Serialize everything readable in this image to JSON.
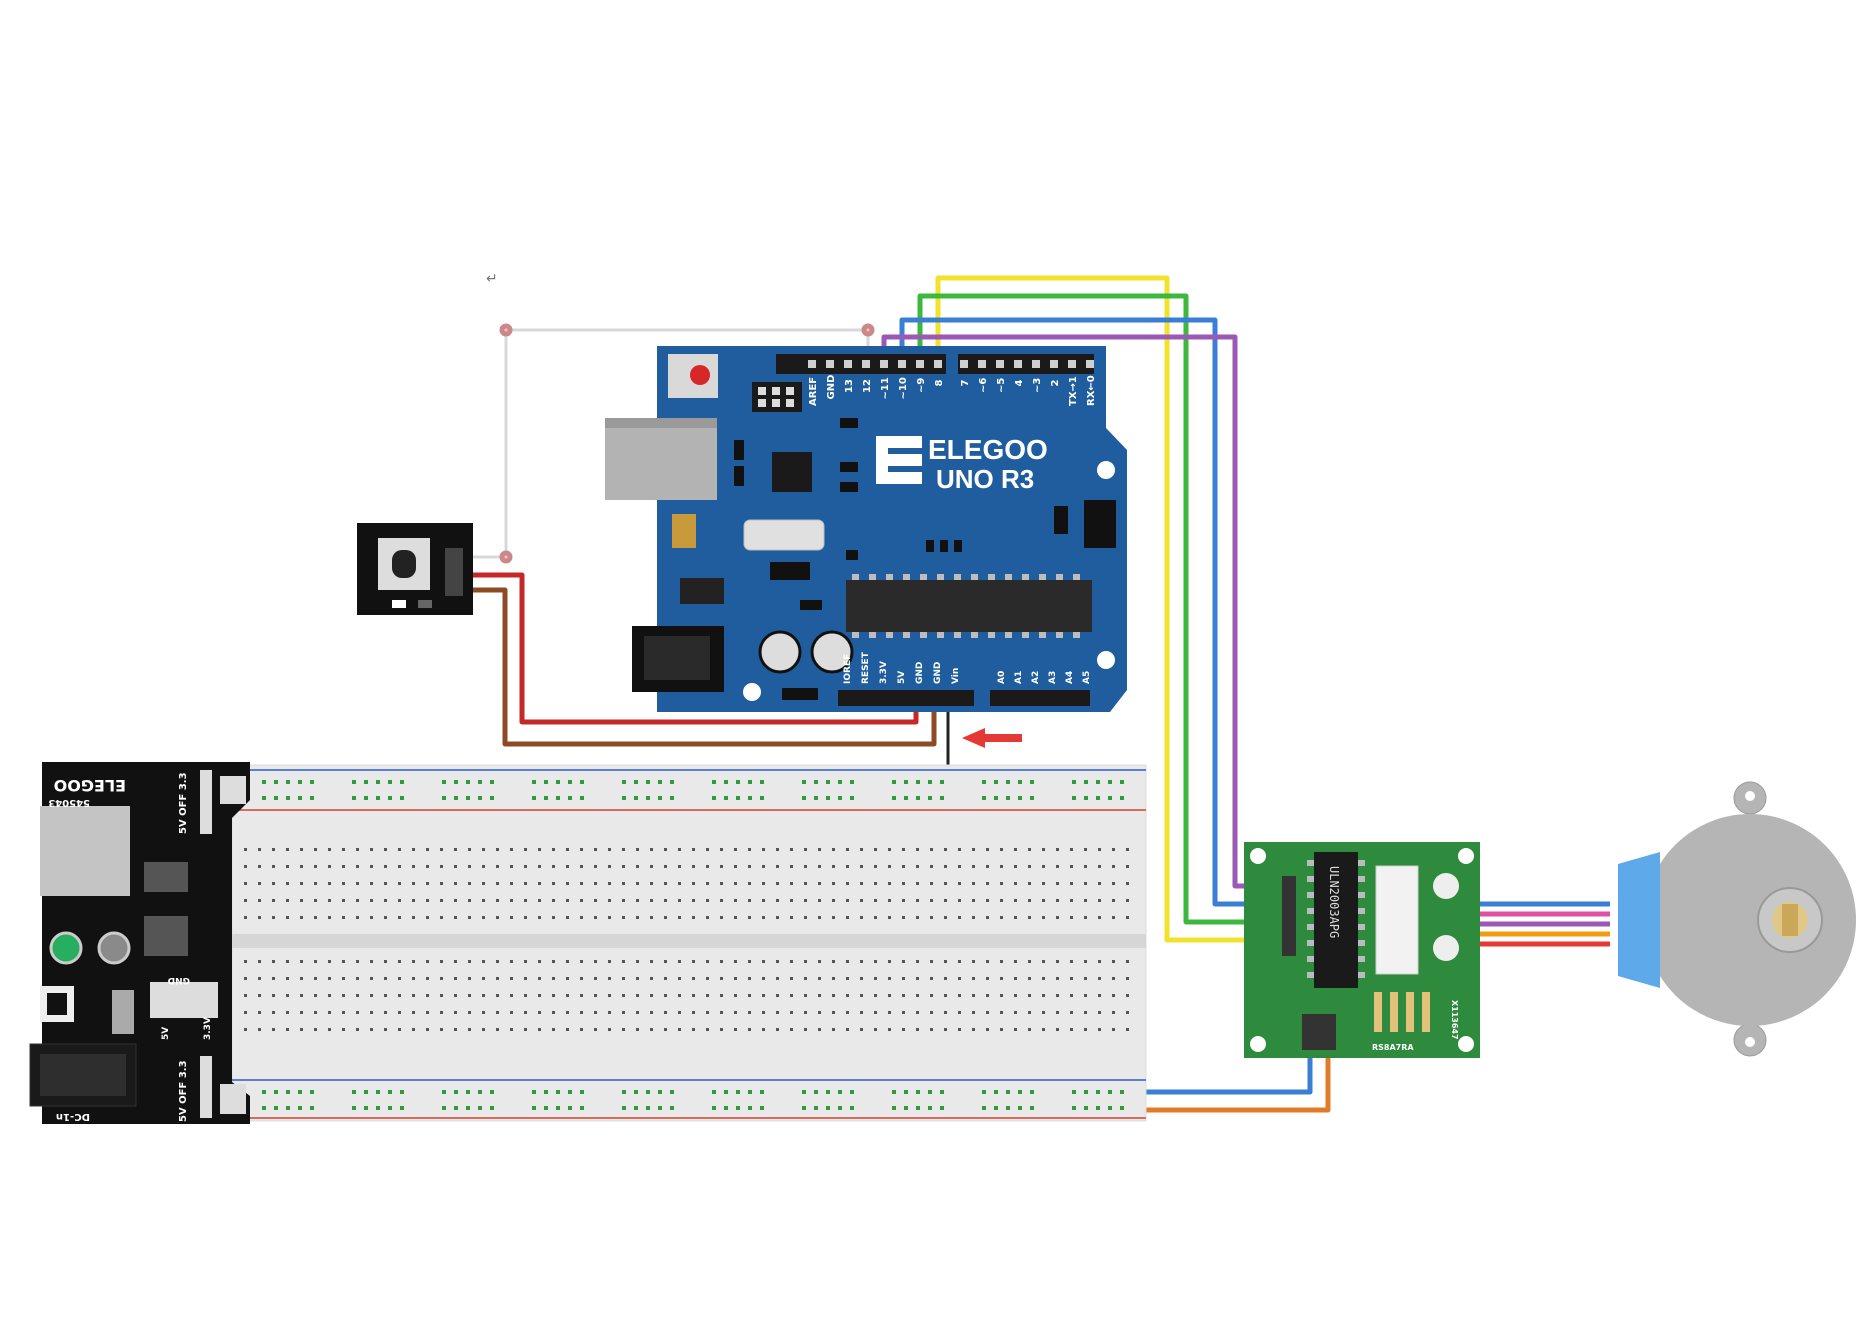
{
  "arduino": {
    "brand": "ELEGOO",
    "model": "UNO R3",
    "top_pins": [
      "AREF",
      "GND",
      "13",
      "12",
      "~11",
      "~10",
      "~9",
      "8",
      "7",
      "~6",
      "~5",
      "4",
      "~3",
      "2",
      "TX→1",
      "RX←0"
    ],
    "power_pins": [
      "IOREF",
      "RESET",
      "3.3V",
      "5V",
      "GND",
      "GND",
      "Vin"
    ],
    "analog_pins": [
      "A0",
      "A1",
      "A2",
      "A3",
      "A4",
      "A5"
    ]
  },
  "power_module": {
    "brand": "ELEGOO",
    "model": "545043",
    "jack_label": "DC-1n",
    "top_switch_label": "5V OFF 3.3",
    "bottom_switch_label": "5V OFF 3.3",
    "gnd_label": "GND",
    "v5_label": "5V",
    "v33_label": "3.3V"
  },
  "driver": {
    "chip": "ULN2003APG",
    "resistor_label": "RS8A7RA",
    "side_label": "X113647"
  },
  "wire_colors": {
    "yellow": "#f2e22b",
    "green": "#3cb83c",
    "blue": "#3a7fd5",
    "purple": "#9b59b6",
    "red": "#c62828",
    "brown": "#8d4a25",
    "orange": "#e07b28",
    "black": "#222222"
  },
  "board_colors": {
    "arduino": "#1f5d9e",
    "driver": "#2e8b3e",
    "power_module": "#111111",
    "breadboard": "#e9e9e9",
    "motor": "#b5b5b5",
    "motor_cap": "#5da9e9"
  }
}
